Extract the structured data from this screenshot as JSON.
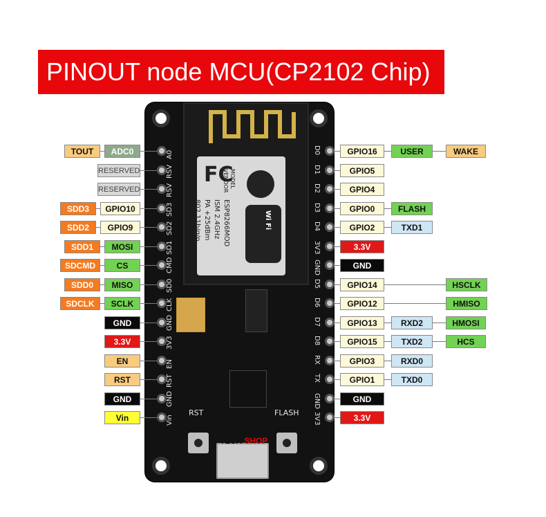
{
  "title": "PINOUT node MCU(CP2102 Chip)",
  "shop": {
    "a": "TESR",
    "b": "SHOP"
  },
  "buttons": {
    "rst": "RST",
    "flash": "FLASH"
  },
  "shield": {
    "model_label": "MODEL",
    "vendor_label": "VENDOR",
    "model": "ESP8266MOD",
    "line1": "ISM 2.4GHz",
    "line2": "PA +25dBm",
    "line3": "802.11b/g/n",
    "wifi": "Wi Fi"
  },
  "left_rows": [
    {
      "pin": "A0",
      "labels": [
        {
          "t": "TOUT",
          "c": "c-tan"
        },
        {
          "t": "ADC0",
          "c": "c-gray"
        }
      ]
    },
    {
      "pin": "RSV",
      "labels": [
        {
          "t": "RESERVED",
          "c": "c-res"
        }
      ]
    },
    {
      "pin": "RSV",
      "labels": [
        {
          "t": "RESERVED",
          "c": "c-res"
        }
      ]
    },
    {
      "pin": "SD3",
      "labels": [
        {
          "t": "SDD3",
          "c": "c-orange"
        },
        {
          "t": "GPIO10",
          "c": "c-cream"
        }
      ]
    },
    {
      "pin": "SD2",
      "labels": [
        {
          "t": "SDD2",
          "c": "c-orange"
        },
        {
          "t": "GPIO9",
          "c": "c-cream"
        }
      ]
    },
    {
      "pin": "SD1",
      "labels": [
        {
          "t": "SDD1",
          "c": "c-orange"
        },
        {
          "t": "MOSI",
          "c": "c-green"
        }
      ]
    },
    {
      "pin": "CMD",
      "labels": [
        {
          "t": "SDCMD",
          "c": "c-orange"
        },
        {
          "t": "CS",
          "c": "c-green"
        }
      ]
    },
    {
      "pin": "SD0",
      "labels": [
        {
          "t": "SDD0",
          "c": "c-orange"
        },
        {
          "t": "MISO",
          "c": "c-green"
        }
      ]
    },
    {
      "pin": "CLK",
      "labels": [
        {
          "t": "SDCLK",
          "c": "c-orange"
        },
        {
          "t": "SCLK",
          "c": "c-green"
        }
      ]
    },
    {
      "pin": "GND",
      "labels": [
        {
          "t": "GND",
          "c": "c-black"
        }
      ]
    },
    {
      "pin": "3V3",
      "labels": [
        {
          "t": "3.3V",
          "c": "c-red"
        }
      ]
    },
    {
      "pin": "EN",
      "labels": [
        {
          "t": "EN",
          "c": "c-tan"
        }
      ]
    },
    {
      "pin": "RST",
      "labels": [
        {
          "t": "RST",
          "c": "c-tan"
        }
      ]
    },
    {
      "pin": "GND",
      "labels": [
        {
          "t": "GND",
          "c": "c-black"
        }
      ]
    },
    {
      "pin": "Vin",
      "labels": [
        {
          "t": "Vin",
          "c": "c-yellow"
        }
      ]
    }
  ],
  "right_rows": [
    {
      "pin": "D0",
      "labels": [
        {
          "t": "GPIO16",
          "c": "c-cream"
        },
        {
          "t": "USER",
          "c": "c-green"
        },
        {
          "t": "WAKE",
          "c": "c-tan"
        }
      ]
    },
    {
      "pin": "D1",
      "labels": [
        {
          "t": "GPIO5",
          "c": "c-cream"
        }
      ]
    },
    {
      "pin": "D2",
      "labels": [
        {
          "t": "GPIO4",
          "c": "c-cream"
        }
      ]
    },
    {
      "pin": "D3",
      "labels": [
        {
          "t": "GPIO0",
          "c": "c-cream"
        },
        {
          "t": "FLASH",
          "c": "c-green"
        }
      ]
    },
    {
      "pin": "D4",
      "labels": [
        {
          "t": "GPIO2",
          "c": "c-cream"
        },
        {
          "t": "TXD1",
          "c": "c-blue"
        }
      ]
    },
    {
      "pin": "3V3",
      "labels": [
        {
          "t": "3.3V",
          "c": "c-red"
        }
      ]
    },
    {
      "pin": "GND",
      "labels": [
        {
          "t": "GND",
          "c": "c-black"
        }
      ]
    },
    {
      "pin": "D5",
      "labels": [
        {
          "t": "GPIO14",
          "c": "c-cream"
        },
        {
          "t": "HSCLK",
          "c": "c-green"
        }
      ]
    },
    {
      "pin": "D6",
      "labels": [
        {
          "t": "GPIO12",
          "c": "c-cream"
        },
        {
          "t": "HMISO",
          "c": "c-green"
        }
      ]
    },
    {
      "pin": "D7",
      "labels": [
        {
          "t": "GPIO13",
          "c": "c-cream"
        },
        {
          "t": "RXD2",
          "c": "c-blue"
        },
        {
          "t": "HMOSI",
          "c": "c-green"
        }
      ]
    },
    {
      "pin": "D8",
      "labels": [
        {
          "t": "GPIO15",
          "c": "c-cream"
        },
        {
          "t": "TXD2",
          "c": "c-blue"
        },
        {
          "t": "HCS",
          "c": "c-green"
        }
      ]
    },
    {
      "pin": "RX",
      "labels": [
        {
          "t": "GPIO3",
          "c": "c-cream"
        },
        {
          "t": "RXD0",
          "c": "c-blue"
        }
      ]
    },
    {
      "pin": "TX",
      "labels": [
        {
          "t": "GPIO1",
          "c": "c-cream"
        },
        {
          "t": "TXD0",
          "c": "c-blue"
        }
      ]
    },
    {
      "pin": "GND",
      "labels": [
        {
          "t": "GND",
          "c": "c-black"
        }
      ]
    },
    {
      "pin": "3V3",
      "labels": [
        {
          "t": "3.3V",
          "c": "c-red"
        }
      ]
    }
  ]
}
